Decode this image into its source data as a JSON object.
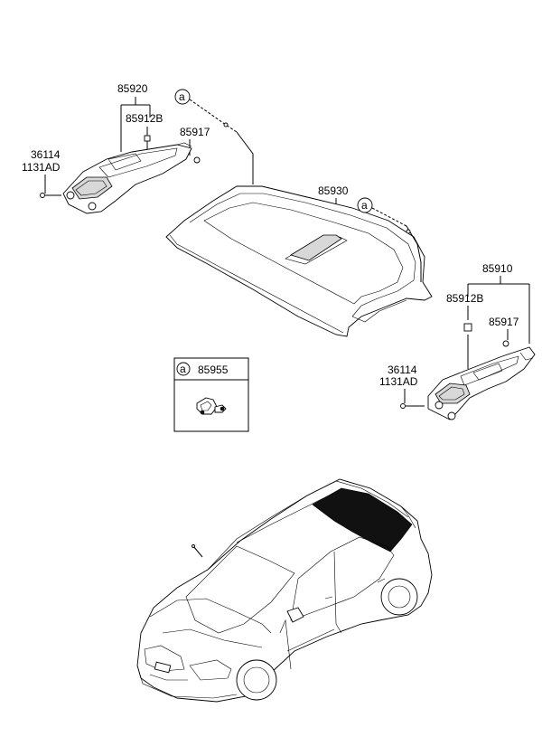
{
  "labels": {
    "left_group": "85920",
    "left_clip": "85912B",
    "left_cap": "85917",
    "left_screw_a": "36114",
    "left_screw_b": "1131AD",
    "shelf": "85930",
    "right_group": "85910",
    "right_clip": "85912B",
    "right_cap": "85917",
    "right_screw_a": "36114",
    "right_screw_b": "1131AD",
    "callout_marker": "a",
    "inset_marker": "a",
    "inset_part": "85955"
  }
}
